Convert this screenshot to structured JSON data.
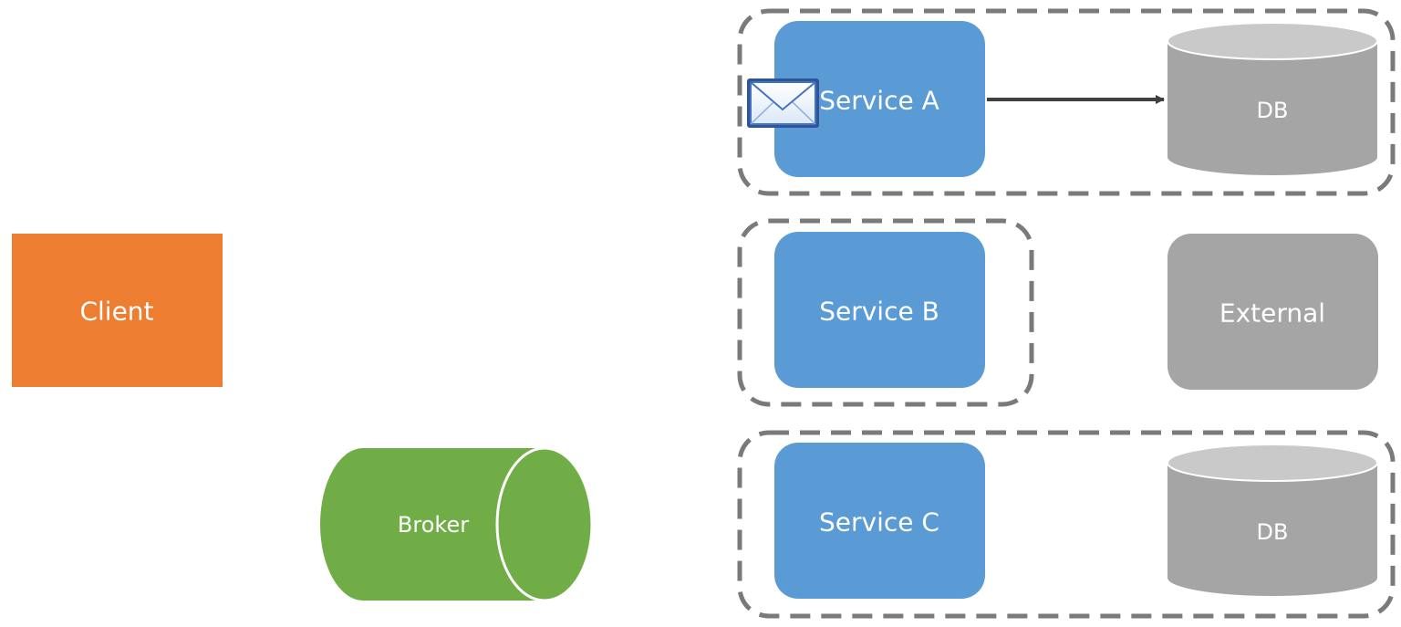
{
  "nodes": {
    "client": {
      "label": "Client"
    },
    "broker": {
      "label": "Broker"
    },
    "service_a": {
      "label": "Service A"
    },
    "service_b": {
      "label": "Service B"
    },
    "service_c": {
      "label": "Service C"
    },
    "db_a": {
      "label": "DB"
    },
    "external": {
      "label": "External"
    },
    "db_c": {
      "label": "DB"
    }
  },
  "colors": {
    "client": "#ED7D31",
    "broker": "#70AD47",
    "service": "#5B9BD5",
    "store": "#A5A5A5",
    "store_top": "#C9C9C9",
    "boundary": "#7A7A7A",
    "arrow": "#404040"
  },
  "icons": {
    "message": "envelope-icon"
  }
}
